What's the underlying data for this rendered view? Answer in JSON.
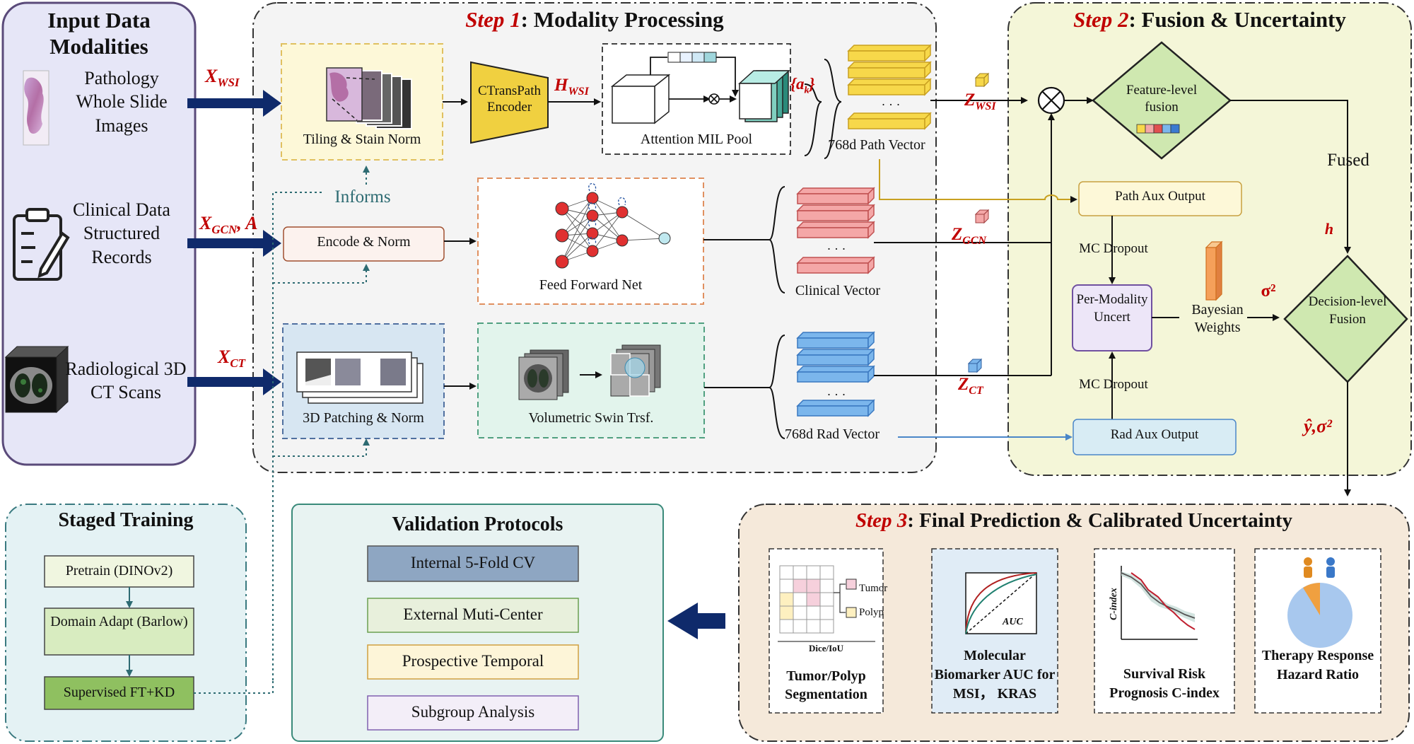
{
  "input_panel": {
    "title": "Input Data Modalities",
    "pathology_label": "Pathology Whole Slide Images",
    "clinical_label": "Clinical Data Structured Records",
    "radiology_label": "Radiological 3D CT Scans",
    "x_wsi": "X",
    "x_wsi_sub": "WSI",
    "x_gcn": "X",
    "x_gcn_sub": "GCN",
    "x_gcn_suffix": ", A",
    "x_ct": "X",
    "x_ct_sub": "CT"
  },
  "step1": {
    "step_word": "Step 1",
    "title_rest": ": Modality Processing",
    "tiling_label": "Tiling & Stain Norm",
    "encoder_label": "CTransPath Encoder",
    "h_wsi": "H",
    "h_wsi_sub": "WSI",
    "attention_label": "Attention MIL Pool",
    "ak_label": "{a",
    "ak_sub": "k",
    "ak_close": "}",
    "path_vector_label": "768d Path Vector",
    "dots": "· · ·",
    "informs_label": "Informs",
    "encode_norm_label": "Encode & Norm",
    "ffn_label": "Feed Forward Net",
    "clinical_vector_label": "Clinical Vector",
    "patching_label": "3D Patching & Norm",
    "swin_label": "Volumetric Swin Trsf.",
    "rad_vector_label": "768d Rad Vector",
    "z_wsi": "Z",
    "z_wsi_sub": "WSI",
    "z_gcn": "Z",
    "z_gcn_sub": "GCN",
    "z_ct": "Z",
    "z_ct_sub": "CT"
  },
  "step2": {
    "step_word": "Step 2",
    "title_rest": ": Fusion & Uncertainty",
    "feature_fusion_label": "Feature-level fusion",
    "fused_label": "Fused",
    "path_aux_label": "Path Aux Output",
    "mc_dropout_top": "MC Dropout",
    "h_label": "h",
    "per_modality_label": "Per-Modality Uncert",
    "bayesian_label": "Bayesian Weights",
    "sigma_label": "σ²",
    "decision_fusion_label": "Decision-level Fusion",
    "mc_dropout_bottom": "MC Dropout",
    "rad_aux_label": "Rad Aux Output",
    "yhat_label": "ŷ,σ²"
  },
  "staged_training": {
    "title": "Staged Training",
    "steps": [
      "Pretrain (DINOv2)",
      "Domain Adapt (Barlow)",
      "Supervised FT+KD"
    ]
  },
  "validation": {
    "title": "Validation Protocols",
    "items": [
      "Internal 5-Fold CV",
      "External Muti-Center",
      "Prospective Temporal",
      "Subgroup Analysis"
    ]
  },
  "step3": {
    "step_word": "Step 3",
    "title_rest": ": Final Prediction & Calibrated Uncertainty",
    "seg_tumor": "Tumor",
    "seg_polyp": "Polyp",
    "seg_metric": "Dice/IoU",
    "seg_caption": "Tumor/Polyp Segmentation",
    "auc_label": "AUC",
    "auc_caption": "Molecular Biomarker AUC for MSI，  KRAS",
    "cindex_label": "C-index",
    "survival_caption": "Survival Risk Prognosis C-index",
    "therapy_caption": "Therapy Response Hazard Ratio"
  },
  "colors": {
    "input_panel_fill": "#e6e6f7",
    "input_panel_stroke": "#5a4a7a",
    "step1_fill": "#f4f4f4",
    "step2_fill": "#f4f6d8",
    "step3_fill": "#f5e9da",
    "training_fill": "#e4f2f4",
    "validation_fill": "#e8f3f2",
    "step_red": "#c00000",
    "arrow_navy": "#0f2a6b",
    "encoder_yellow": "#f0d040",
    "path_vector_yellow": "#f7d84a",
    "clinical_vector_red": "#f4a7a7",
    "rad_vector_blue": "#7bb6ec",
    "diamond_green": "#cfe8b0",
    "per_modality_purple": "#ede6f8",
    "orange_bar": "#f5a05a"
  }
}
